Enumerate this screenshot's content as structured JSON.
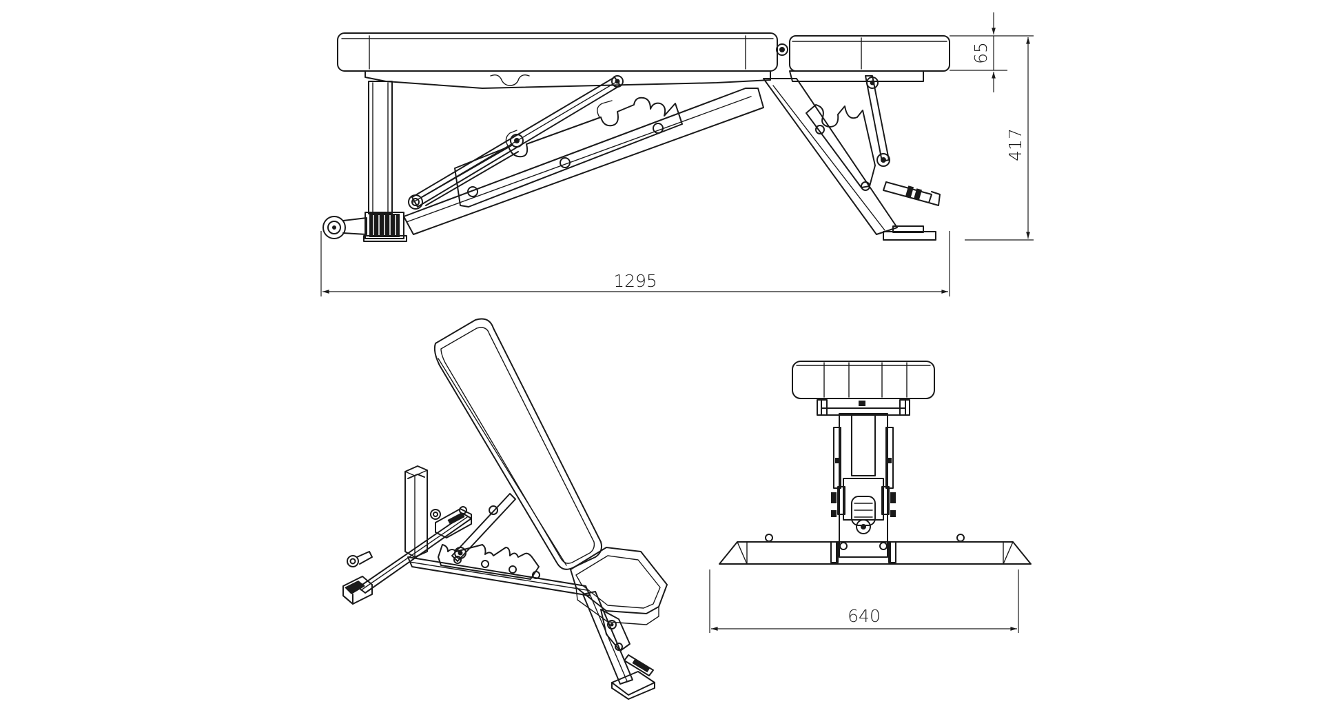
{
  "dimensions": {
    "overall_length": "1295",
    "overall_height": "417",
    "pad_thickness": "65",
    "overall_width": "640"
  },
  "views": [
    "side-view",
    "isometric-view",
    "front-view"
  ],
  "colors": {
    "line": "#1a1a1a",
    "background": "#ffffff"
  }
}
